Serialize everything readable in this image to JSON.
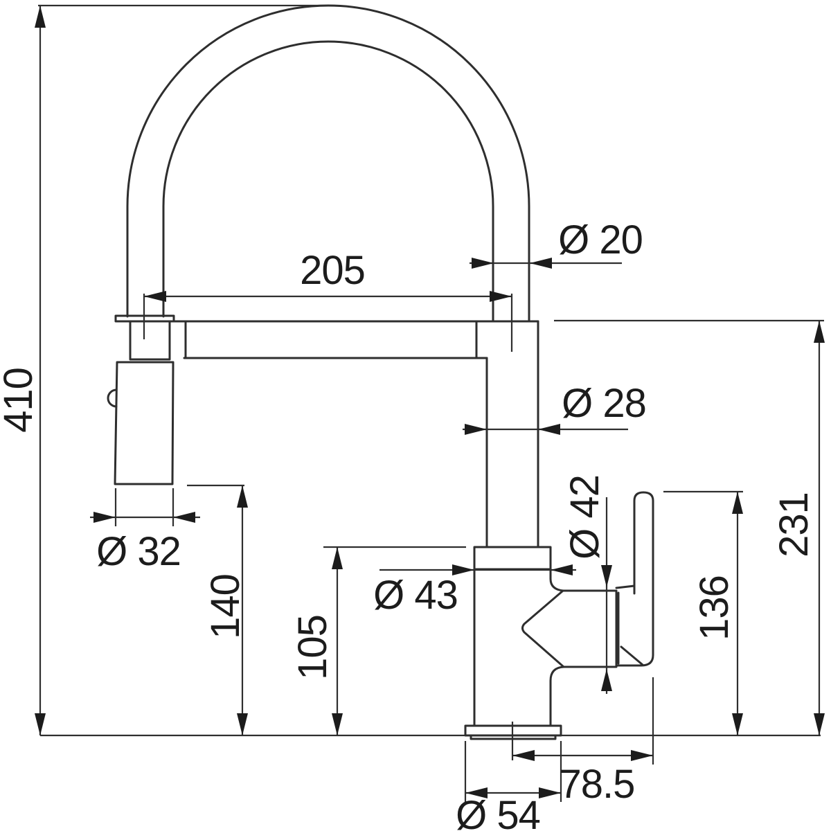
{
  "drawing": {
    "kind": "technical-dimension-drawing",
    "subject": "kitchen faucet with arched flexible spout, side view",
    "line_color": "#2e2e2e",
    "background_color": "#ffffff",
    "dims": {
      "overall_height": "410",
      "spout_span": "205",
      "hose_od": "Ø 20",
      "column_od": "Ø 28",
      "spray_head_od": "Ø 32",
      "spray_head_clearance": "140",
      "body_height": "105",
      "body_od": "Ø 43",
      "valve_od": "Ø 42",
      "spout_outlet_height": "231",
      "handle_top_height": "136",
      "handle_offset": "78.5",
      "base_od": "Ø 54"
    }
  }
}
